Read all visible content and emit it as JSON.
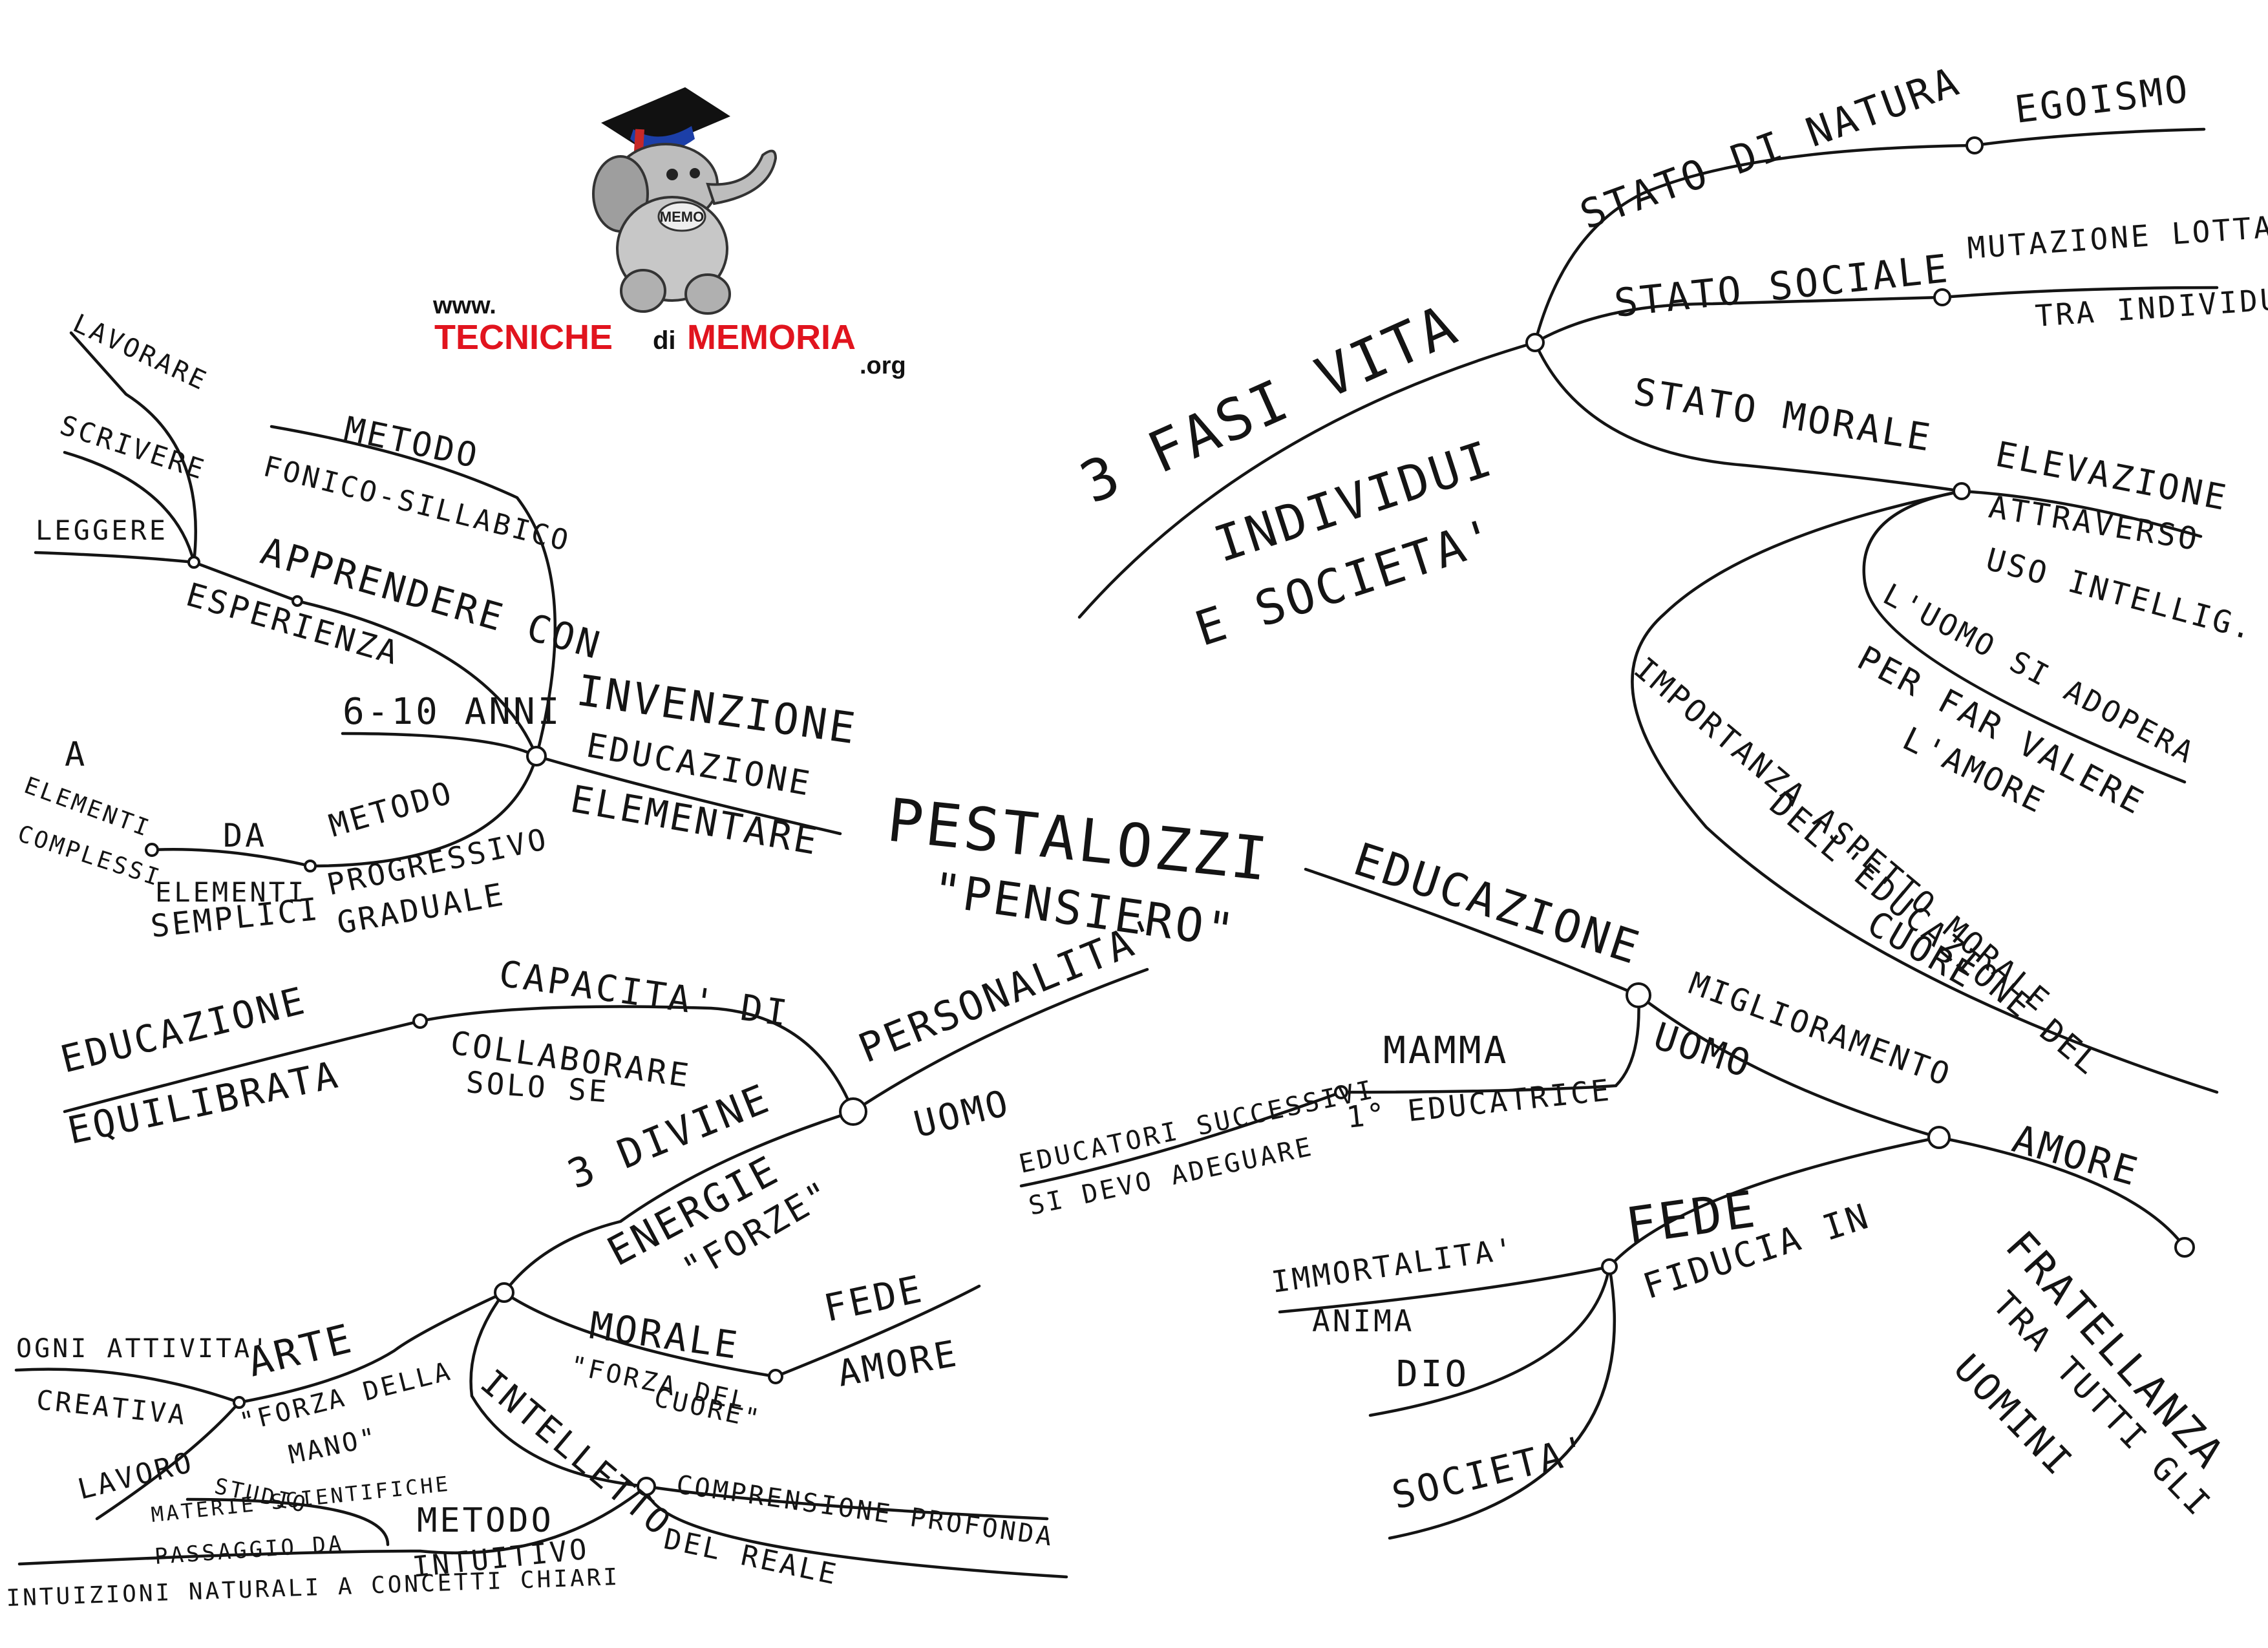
{
  "logo": {
    "www": "www.",
    "brand_left": "TECNICHE",
    "brand_mid": "di",
    "brand_right": "MEMORIA",
    "tld": ".org",
    "badge": "MEMO"
  },
  "center": {
    "title": "PESTALOZZI",
    "subtitle": "\"PENSIERO\""
  },
  "fasi": {
    "main": "3 FASI VITA",
    "sub1": "INDIVIDUI",
    "sub2": "E SOCIETA'",
    "natura": "STATO DI NATURA",
    "egoismo": "EGOISMO",
    "sociale": "STATO SOCIALE",
    "lotta1": "MUTAZIONE LOTTA",
    "lotta2": "TRA INDIVIDUI",
    "morale": "STATO MORALE",
    "elevazione": "ELEVAZIONE",
    "attraverso": "ATTRAVERSO",
    "uso": "USO INTELLIG.",
    "uomo1": "L'UOMO SI ADOPERA",
    "uomo2": "PER FAR VALERE",
    "uomo3": "L'AMORE",
    "imp1": "IMPORTANZA ASPETTO MORALE",
    "imp2": "DELL'EDUCAZIONE DEL",
    "imp3": "CUORE"
  },
  "invenzione": {
    "l1": "INVENZIONE",
    "l2": "EDUCAZIONE",
    "l3": "ELEMENTARE",
    "metodo": "METODO",
    "fonico": "FONICO-SILLABICO",
    "apprendere": "APPRENDERE CON",
    "esperienza": "ESPERIENZA",
    "lavorare": "LAVORARE",
    "scrivere": "SCRIVERE",
    "leggere": "LEGGERE",
    "eta": "6-10 ANNI",
    "metodo2": "METODO",
    "progressivo": "PROGRESSIVO",
    "graduale": "GRADUALE",
    "da": "DA",
    "elementi": "ELEMENTI",
    "semplici": "SEMPLICI",
    "a": "A",
    "elementi2": "ELEMENTI",
    "complessi": "COMPLESSI"
  },
  "educazione": {
    "main": "EDUCAZIONE",
    "miglioramento": "MIGLIORAMENTO",
    "uomo": "UOMO",
    "mamma": "MAMMA",
    "educatrice": "1° EDUCATRICE",
    "successivi": "EDUCATORI SUCCESSIVI",
    "adeguare": "SI DEVO ADEGUARE",
    "amore": "AMORE",
    "fede": "FEDE",
    "fiducia": "FIDUCIA IN",
    "immortalita": "IMMORTALITA'",
    "anima": "ANIMA",
    "dio": "DIO",
    "societa": "SOCIETA'",
    "frat1": "FRATELLANZA",
    "frat2": "TRA TUTTI GLI",
    "frat3": "UOMINI"
  },
  "personalita": {
    "main": "PERSONALITA'",
    "uomo": "UOMO",
    "educazione": "EDUCAZIONE",
    "equilibrata": "EQUILIBRATA",
    "capacita": "CAPACITA' DI",
    "collaborare": "COLLABORARE",
    "solo": "SOLO SE",
    "divine": "3 DIVINE",
    "energie": "ENERGIE",
    "forze": "\"FORZE\"",
    "arte": "ARTE",
    "ogni": "OGNI ATTIVITA'",
    "creativa": "CREATIVA",
    "lavoro": "LAVORO",
    "forza_mano1": "\"FORZA DELLA",
    "forza_mano2": "MANO\"",
    "morale": "MORALE",
    "forza_cuore1": "\"FORZA DEL",
    "forza_cuore2": "CUORE\"",
    "fede": "FEDE",
    "amore": "AMORE",
    "intelletto": "INTELLETTO",
    "comprensione": "COMPRENSIONE PROFONDA",
    "reale": "DEL REALE",
    "metodo": "METODO",
    "intuitivo": "INTUITIVO",
    "studio": "STUDIO",
    "materie": "MATERIE SCIENTIFICHE",
    "passaggio": "PASSAGGIO DA",
    "intuizioni": "INTUIZIONI NATURALI A CONCETTI CHIARI"
  }
}
